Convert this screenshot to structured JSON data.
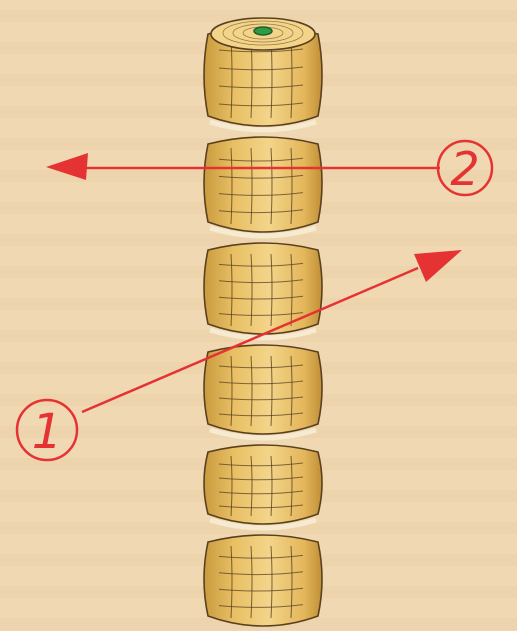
{
  "labels": [
    {
      "id": "label-1",
      "text": "1"
    },
    {
      "id": "label-2",
      "text": "2"
    }
  ],
  "colors": {
    "background": "#f0d8b2",
    "stripe": "#ead0a6",
    "cylinder_fill": "#e8bf63",
    "cylinder_light": "#f3d58a",
    "cylinder_shadow": "#c99a3e",
    "outline": "#5a4020",
    "gap": "#f6ead0",
    "core": "#2f9a45",
    "annotation": "#e53232"
  },
  "icons": {
    "segment": "woven-cylinder-segment",
    "core": "green-core-hole"
  }
}
